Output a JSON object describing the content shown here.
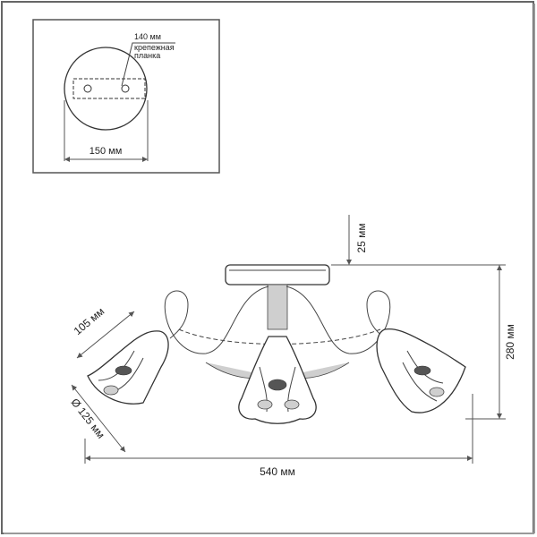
{
  "inset": {
    "bracket_label": "140 мм",
    "bracket_note_line1": "крепежная",
    "bracket_note_line2": "планка",
    "base_diameter_label": "150 мм"
  },
  "main": {
    "canopy_height_label": "25 мм",
    "shade_length_label": "105 мм",
    "shade_diameter_label": "Ø 125 мм",
    "total_height_label": "280 мм",
    "total_width_label": "540 мм"
  },
  "colors": {
    "line": "#333333",
    "border": "#555555",
    "shade_fill": "#cfcfcf"
  }
}
